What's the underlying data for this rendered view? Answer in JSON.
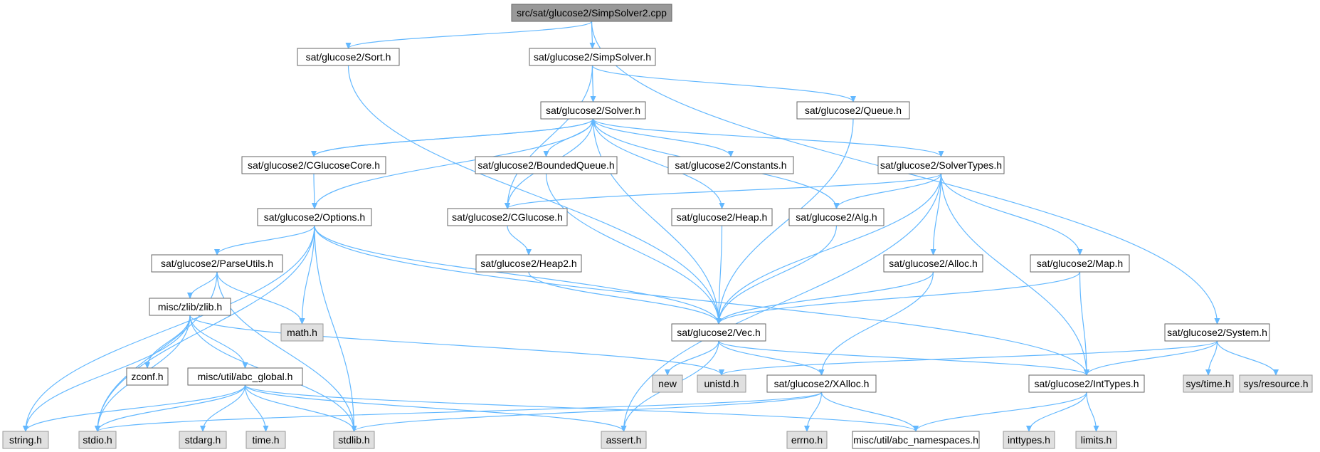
{
  "diagram": {
    "accent_color": "#63b8ff",
    "nodes": [
      {
        "id": "root",
        "label": "src/sat/glucose2/SimpSolver2.cpp",
        "kind": "root"
      },
      {
        "id": "sort",
        "label": "sat/glucose2/Sort.h",
        "kind": "normal"
      },
      {
        "id": "simpsolver",
        "label": "sat/glucose2/SimpSolver.h",
        "kind": "normal"
      },
      {
        "id": "solver",
        "label": "sat/glucose2/Solver.h",
        "kind": "normal"
      },
      {
        "id": "queue",
        "label": "sat/glucose2/Queue.h",
        "kind": "normal"
      },
      {
        "id": "cglucosecore",
        "label": "sat/glucose2/CGlucoseCore.h",
        "kind": "normal"
      },
      {
        "id": "boundedqueue",
        "label": "sat/glucose2/BoundedQueue.h",
        "kind": "normal"
      },
      {
        "id": "constants",
        "label": "sat/glucose2/Constants.h",
        "kind": "normal"
      },
      {
        "id": "solvertypes",
        "label": "sat/glucose2/SolverTypes.h",
        "kind": "normal"
      },
      {
        "id": "options",
        "label": "sat/glucose2/Options.h",
        "kind": "normal"
      },
      {
        "id": "cglucose",
        "label": "sat/glucose2/CGlucose.h",
        "kind": "normal"
      },
      {
        "id": "heap",
        "label": "sat/glucose2/Heap.h",
        "kind": "normal"
      },
      {
        "id": "alg",
        "label": "sat/glucose2/Alg.h",
        "kind": "normal"
      },
      {
        "id": "parseutils",
        "label": "sat/glucose2/ParseUtils.h",
        "kind": "normal"
      },
      {
        "id": "heap2",
        "label": "sat/glucose2/Heap2.h",
        "kind": "normal"
      },
      {
        "id": "alloc",
        "label": "sat/glucose2/Alloc.h",
        "kind": "normal"
      },
      {
        "id": "map",
        "label": "sat/glucose2/Map.h",
        "kind": "normal"
      },
      {
        "id": "zlib",
        "label": "misc/zlib/zlib.h",
        "kind": "normal"
      },
      {
        "id": "math",
        "label": "math.h",
        "kind": "system"
      },
      {
        "id": "vec",
        "label": "sat/glucose2/Vec.h",
        "kind": "normal"
      },
      {
        "id": "system",
        "label": "sat/glucose2/System.h",
        "kind": "normal"
      },
      {
        "id": "zconf",
        "label": "zconf.h",
        "kind": "normal"
      },
      {
        "id": "abcglobal",
        "label": "misc/util/abc_global.h",
        "kind": "normal"
      },
      {
        "id": "new",
        "label": "new",
        "kind": "system"
      },
      {
        "id": "unistd",
        "label": "unistd.h",
        "kind": "system"
      },
      {
        "id": "xalloc",
        "label": "sat/glucose2/XAlloc.h",
        "kind": "normal"
      },
      {
        "id": "inttypes_h",
        "label": "sat/glucose2/IntTypes.h",
        "kind": "normal"
      },
      {
        "id": "systime",
        "label": "sys/time.h",
        "kind": "system"
      },
      {
        "id": "sysresource",
        "label": "sys/resource.h",
        "kind": "system"
      },
      {
        "id": "string",
        "label": "string.h",
        "kind": "system"
      },
      {
        "id": "stdio",
        "label": "stdio.h",
        "kind": "system"
      },
      {
        "id": "stdarg",
        "label": "stdarg.h",
        "kind": "system"
      },
      {
        "id": "time",
        "label": "time.h",
        "kind": "system"
      },
      {
        "id": "stdlib",
        "label": "stdlib.h",
        "kind": "system"
      },
      {
        "id": "assert",
        "label": "assert.h",
        "kind": "system"
      },
      {
        "id": "errno",
        "label": "errno.h",
        "kind": "system"
      },
      {
        "id": "namespaces",
        "label": "misc/util/abc_namespaces.h",
        "kind": "normal"
      },
      {
        "id": "inttypes",
        "label": "inttypes.h",
        "kind": "system"
      },
      {
        "id": "limits",
        "label": "limits.h",
        "kind": "system"
      }
    ],
    "edges": [
      [
        "root",
        "sort"
      ],
      [
        "root",
        "simpsolver"
      ],
      [
        "root",
        "system"
      ],
      [
        "sort",
        "vec"
      ],
      [
        "simpsolver",
        "solver"
      ],
      [
        "simpsolver",
        "queue"
      ],
      [
        "simpsolver",
        "cglucose"
      ],
      [
        "queue",
        "vec"
      ],
      [
        "solver",
        "cglucosecore"
      ],
      [
        "solver",
        "boundedqueue"
      ],
      [
        "solver",
        "constants"
      ],
      [
        "solver",
        "solvertypes"
      ],
      [
        "solver",
        "options"
      ],
      [
        "solver",
        "cglucose"
      ],
      [
        "solver",
        "heap"
      ],
      [
        "solver",
        "alg"
      ],
      [
        "solver",
        "vec"
      ],
      [
        "cglucosecore",
        "solver"
      ],
      [
        "cglucosecore",
        "options"
      ],
      [
        "boundedqueue",
        "vec"
      ],
      [
        "solvertypes",
        "cglucose"
      ],
      [
        "solvertypes",
        "alg"
      ],
      [
        "solvertypes",
        "alloc"
      ],
      [
        "solvertypes",
        "map"
      ],
      [
        "solvertypes",
        "vec"
      ],
      [
        "solvertypes",
        "inttypes_h"
      ],
      [
        "solvertypes",
        "assert"
      ],
      [
        "options",
        "parseutils"
      ],
      [
        "options",
        "math"
      ],
      [
        "options",
        "vec"
      ],
      [
        "options",
        "inttypes_h"
      ],
      [
        "options",
        "string"
      ],
      [
        "options",
        "stdio"
      ],
      [
        "options",
        "stdlib"
      ],
      [
        "cglucose",
        "heap2"
      ],
      [
        "heap",
        "vec"
      ],
      [
        "alg",
        "vec"
      ],
      [
        "heap2",
        "vec"
      ],
      [
        "parseutils",
        "zlib"
      ],
      [
        "parseutils",
        "math"
      ],
      [
        "parseutils",
        "stdio"
      ],
      [
        "parseutils",
        "stdlib"
      ],
      [
        "alloc",
        "vec"
      ],
      [
        "alloc",
        "xalloc"
      ],
      [
        "map",
        "vec"
      ],
      [
        "map",
        "inttypes_h"
      ],
      [
        "zlib",
        "zconf"
      ],
      [
        "zlib",
        "abcglobal"
      ],
      [
        "zlib",
        "unistd"
      ],
      [
        "zlib",
        "string"
      ],
      [
        "zlib",
        "stdio"
      ],
      [
        "zlib",
        "stdlib"
      ],
      [
        "vec",
        "new"
      ],
      [
        "vec",
        "xalloc"
      ],
      [
        "vec",
        "inttypes_h"
      ],
      [
        "vec",
        "assert"
      ],
      [
        "system",
        "inttypes_h"
      ],
      [
        "system",
        "unistd"
      ],
      [
        "system",
        "systime"
      ],
      [
        "system",
        "sysresource"
      ],
      [
        "abcglobal",
        "string"
      ],
      [
        "abcglobal",
        "stdio"
      ],
      [
        "abcglobal",
        "stdarg"
      ],
      [
        "abcglobal",
        "time"
      ],
      [
        "abcglobal",
        "stdlib"
      ],
      [
        "abcglobal",
        "assert"
      ],
      [
        "abcglobal",
        "namespaces"
      ],
      [
        "xalloc",
        "stdio"
      ],
      [
        "xalloc",
        "stdlib"
      ],
      [
        "xalloc",
        "errno"
      ],
      [
        "xalloc",
        "namespaces"
      ],
      [
        "inttypes_h",
        "namespaces"
      ],
      [
        "inttypes_h",
        "inttypes"
      ],
      [
        "inttypes_h",
        "limits"
      ]
    ]
  }
}
